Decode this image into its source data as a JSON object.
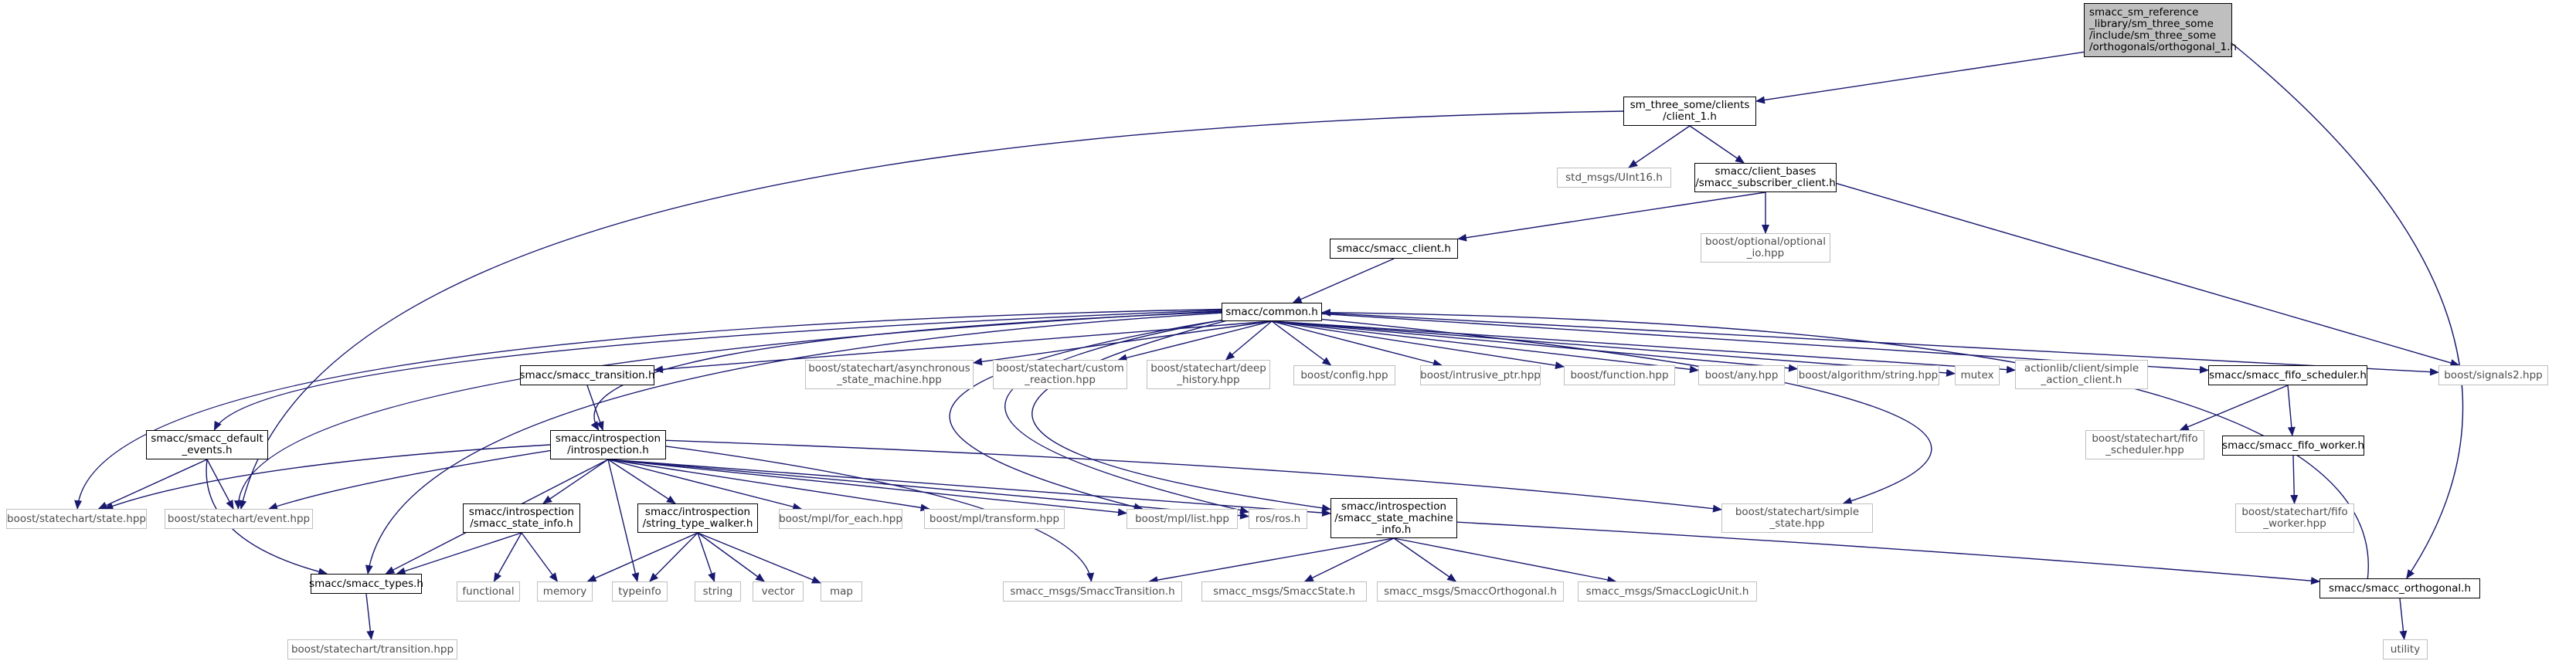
{
  "diagram": {
    "style": {
      "edge_color": "#191970",
      "internal_border": "#000000",
      "external_border": "#bfbfbf",
      "external_text": "#4d4d4d",
      "root_fill": "#bfbfbf"
    },
    "nodes": [
      {
        "id": "root",
        "kind": "root",
        "lines": [
          "smacc_sm_reference",
          "_library/sm_three_some",
          "/include/sm_three_some",
          "/orthogonals/orthogonal_1.h"
        ]
      },
      {
        "id": "client1",
        "kind": "internal",
        "lines": [
          "sm_three_some/clients",
          "/client_1.h"
        ]
      },
      {
        "id": "uint16",
        "kind": "external",
        "lines": [
          "std_msgs/UInt16.h"
        ]
      },
      {
        "id": "subclient",
        "kind": "internal",
        "lines": [
          "smacc/client_bases",
          "/smacc_subscriber_client.h"
        ]
      },
      {
        "id": "optional_io",
        "kind": "external",
        "lines": [
          "boost/optional/optional",
          "_io.hpp"
        ]
      },
      {
        "id": "smacc_client",
        "kind": "internal",
        "lines": [
          "smacc/smacc_client.h"
        ]
      },
      {
        "id": "common",
        "kind": "internal",
        "lines": [
          "smacc/common.h"
        ]
      },
      {
        "id": "default_events",
        "kind": "internal",
        "lines": [
          "smacc/smacc_default",
          "_events.h"
        ]
      },
      {
        "id": "smacc_transition",
        "kind": "internal",
        "lines": [
          "smacc/smacc_transition.h"
        ]
      },
      {
        "id": "async_sm",
        "kind": "external",
        "lines": [
          "boost/statechart/asynchronous",
          "_state_machine.hpp"
        ]
      },
      {
        "id": "custom_reaction",
        "kind": "external",
        "lines": [
          "boost/statechart/custom",
          "_reaction.hpp"
        ]
      },
      {
        "id": "deep_history",
        "kind": "external",
        "lines": [
          "boost/statechart/deep",
          "_history.hpp"
        ]
      },
      {
        "id": "config",
        "kind": "external",
        "lines": [
          "boost/config.hpp"
        ]
      },
      {
        "id": "intrusive_ptr",
        "kind": "external",
        "lines": [
          "boost/intrusive_ptr.hpp"
        ]
      },
      {
        "id": "function",
        "kind": "external",
        "lines": [
          "boost/function.hpp"
        ]
      },
      {
        "id": "any",
        "kind": "external",
        "lines": [
          "boost/any.hpp"
        ]
      },
      {
        "id": "algo_string",
        "kind": "external",
        "lines": [
          "boost/algorithm/string.hpp"
        ]
      },
      {
        "id": "mutex",
        "kind": "external",
        "lines": [
          "mutex"
        ]
      },
      {
        "id": "simple_action_client",
        "kind": "external",
        "lines": [
          "actionlib/client/simple",
          "_action_client.h"
        ]
      },
      {
        "id": "fifo_scheduler",
        "kind": "internal",
        "lines": [
          "smacc/smacc_fifo_scheduler.h"
        ]
      },
      {
        "id": "signals2",
        "kind": "external",
        "lines": [
          "boost/signals2.hpp"
        ]
      },
      {
        "id": "introspection",
        "kind": "internal",
        "lines": [
          "smacc/introspection",
          "/introspection.h"
        ]
      },
      {
        "id": "sc_fifo_scheduler",
        "kind": "external",
        "lines": [
          "boost/statechart/fifo",
          "_scheduler.hpp"
        ]
      },
      {
        "id": "fifo_worker",
        "kind": "internal",
        "lines": [
          "smacc/smacc_fifo_worker.h"
        ]
      },
      {
        "id": "sc_fifo_worker",
        "kind": "external",
        "lines": [
          "boost/statechart/fifo",
          "_worker.hpp"
        ]
      },
      {
        "id": "state_hpp",
        "kind": "external",
        "lines": [
          "boost/statechart/state.hpp"
        ]
      },
      {
        "id": "event_hpp",
        "kind": "external",
        "lines": [
          "boost/statechart/event.hpp"
        ]
      },
      {
        "id": "state_info",
        "kind": "internal",
        "lines": [
          "smacc/introspection",
          "/smacc_state_info.h"
        ]
      },
      {
        "id": "type_walker",
        "kind": "internal",
        "lines": [
          "smacc/introspection",
          "/string_type_walker.h"
        ]
      },
      {
        "id": "for_each",
        "kind": "external",
        "lines": [
          "boost/mpl/for_each.hpp"
        ]
      },
      {
        "id": "mpl_transform",
        "kind": "external",
        "lines": [
          "boost/mpl/transform.hpp"
        ]
      },
      {
        "id": "mpl_list",
        "kind": "external",
        "lines": [
          "boost/mpl/list.hpp"
        ]
      },
      {
        "id": "ros",
        "kind": "external",
        "lines": [
          "ros/ros.h"
        ]
      },
      {
        "id": "sm_info",
        "kind": "internal",
        "lines": [
          "smacc/introspection",
          "/smacc_state_machine",
          "_info.h"
        ]
      },
      {
        "id": "simple_state",
        "kind": "external",
        "lines": [
          "boost/statechart/simple",
          "_state.hpp"
        ]
      },
      {
        "id": "smacc_types",
        "kind": "internal",
        "lines": [
          "smacc/smacc_types.h"
        ]
      },
      {
        "id": "functional",
        "kind": "external",
        "lines": [
          "functional"
        ]
      },
      {
        "id": "memory",
        "kind": "external",
        "lines": [
          "memory"
        ]
      },
      {
        "id": "typeinfo",
        "kind": "external",
        "lines": [
          "typeinfo"
        ]
      },
      {
        "id": "string",
        "kind": "external",
        "lines": [
          "string"
        ]
      },
      {
        "id": "vector",
        "kind": "external",
        "lines": [
          "vector"
        ]
      },
      {
        "id": "map",
        "kind": "external",
        "lines": [
          "map"
        ]
      },
      {
        "id": "msg_transition",
        "kind": "external",
        "lines": [
          "smacc_msgs/SmaccTransition.h"
        ]
      },
      {
        "id": "msg_state",
        "kind": "external",
        "lines": [
          "smacc_msgs/SmaccState.h"
        ]
      },
      {
        "id": "msg_orthogonal",
        "kind": "external",
        "lines": [
          "smacc_msgs/SmaccOrthogonal.h"
        ]
      },
      {
        "id": "msg_logicunit",
        "kind": "external",
        "lines": [
          "smacc_msgs/SmaccLogicUnit.h"
        ]
      },
      {
        "id": "smacc_orthogonal",
        "kind": "internal",
        "lines": [
          "smacc/smacc_orthogonal.h"
        ]
      },
      {
        "id": "sc_transition",
        "kind": "external",
        "lines": [
          "boost/statechart/transition.hpp"
        ]
      },
      {
        "id": "utility",
        "kind": "external",
        "lines": [
          "utility"
        ]
      }
    ],
    "edges": [
      [
        "root",
        "client1"
      ],
      [
        "root",
        "smacc_orthogonal"
      ],
      [
        "client1",
        "uint16"
      ],
      [
        "client1",
        "subclient"
      ],
      [
        "client1",
        "event_hpp"
      ],
      [
        "subclient",
        "smacc_client"
      ],
      [
        "subclient",
        "optional_io"
      ],
      [
        "subclient",
        "signals2"
      ],
      [
        "smacc_client",
        "common"
      ],
      [
        "common",
        "default_events"
      ],
      [
        "common",
        "smacc_transition"
      ],
      [
        "common",
        "async_sm"
      ],
      [
        "common",
        "custom_reaction"
      ],
      [
        "common",
        "deep_history"
      ],
      [
        "common",
        "config"
      ],
      [
        "common",
        "intrusive_ptr"
      ],
      [
        "common",
        "function"
      ],
      [
        "common",
        "any"
      ],
      [
        "common",
        "algo_string"
      ],
      [
        "common",
        "mutex"
      ],
      [
        "common",
        "simple_action_client"
      ],
      [
        "common",
        "fifo_scheduler"
      ],
      [
        "common",
        "signals2"
      ],
      [
        "common",
        "introspection"
      ],
      [
        "common",
        "state_hpp"
      ],
      [
        "common",
        "event_hpp"
      ],
      [
        "common",
        "smacc_types"
      ],
      [
        "common",
        "mpl_list"
      ],
      [
        "common",
        "ros"
      ],
      [
        "common",
        "sm_info"
      ],
      [
        "common",
        "simple_state"
      ],
      [
        "default_events",
        "state_hpp"
      ],
      [
        "default_events",
        "event_hpp"
      ],
      [
        "default_events",
        "smacc_types"
      ],
      [
        "smacc_transition",
        "introspection"
      ],
      [
        "fifo_scheduler",
        "sc_fifo_scheduler"
      ],
      [
        "fifo_scheduler",
        "fifo_worker"
      ],
      [
        "fifo_worker",
        "sc_fifo_worker"
      ],
      [
        "introspection",
        "state_hpp"
      ],
      [
        "introspection",
        "event_hpp"
      ],
      [
        "introspection",
        "state_info"
      ],
      [
        "introspection",
        "type_walker"
      ],
      [
        "introspection",
        "typeinfo"
      ],
      [
        "introspection",
        "for_each"
      ],
      [
        "introspection",
        "mpl_transform"
      ],
      [
        "introspection",
        "mpl_list"
      ],
      [
        "introspection",
        "ros"
      ],
      [
        "introspection",
        "sm_info"
      ],
      [
        "introspection",
        "simple_state"
      ],
      [
        "introspection",
        "smacc_types"
      ],
      [
        "introspection",
        "msg_transition"
      ],
      [
        "state_info",
        "smacc_types"
      ],
      [
        "state_info",
        "functional"
      ],
      [
        "state_info",
        "memory"
      ],
      [
        "type_walker",
        "memory"
      ],
      [
        "type_walker",
        "typeinfo"
      ],
      [
        "type_walker",
        "string"
      ],
      [
        "type_walker",
        "vector"
      ],
      [
        "type_walker",
        "map"
      ],
      [
        "sm_info",
        "msg_transition"
      ],
      [
        "sm_info",
        "msg_state"
      ],
      [
        "sm_info",
        "msg_orthogonal"
      ],
      [
        "sm_info",
        "msg_logicunit"
      ],
      [
        "sm_info",
        "smacc_orthogonal"
      ],
      [
        "smacc_types",
        "sc_transition"
      ],
      [
        "smacc_orthogonal",
        "utility"
      ],
      [
        "smacc_orthogonal",
        "common"
      ]
    ]
  }
}
